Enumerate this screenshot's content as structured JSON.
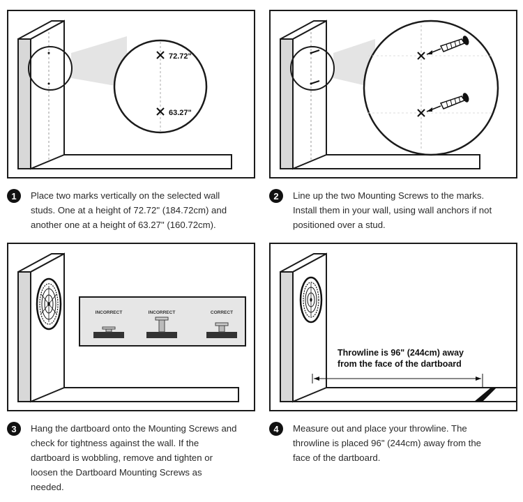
{
  "steps": [
    {
      "number": "1",
      "text": "Place two marks vertically on the selected wall studs. One at a height of 72.72\" (184.72cm) and another one at a height of 63.27\" (160.72cm)."
    },
    {
      "number": "2",
      "text": "Line up the two Mounting Screws to the marks. Install them in your wall, using wall anchors if not positioned over a stud."
    },
    {
      "number": "3",
      "text": "Hang the dartboard onto the Mounting Screws and check for tightness against the wall. If the dartboard is wobbling, remove and tighten or loosen the Dartboard Mounting Screws as needed."
    },
    {
      "number": "4",
      "text": "Measure out and place your throwline. The throwline is placed  96\" (244cm) away from the face of the dartboard."
    }
  ],
  "panel1": {
    "mark_top": "72.72\"",
    "mark_bottom": "63.27\""
  },
  "panel3": {
    "labels": [
      "INCORRECT",
      "INCORRECT",
      "CORRECT"
    ]
  },
  "panel4": {
    "throwline_line1": "Throwline is 96\" (244cm) away",
    "throwline_line2": "from the face of the dartboard"
  },
  "colors": {
    "line": "#1a1a1a",
    "wall_shade": "#d8d8d8",
    "callout": "#e6e6e6"
  }
}
